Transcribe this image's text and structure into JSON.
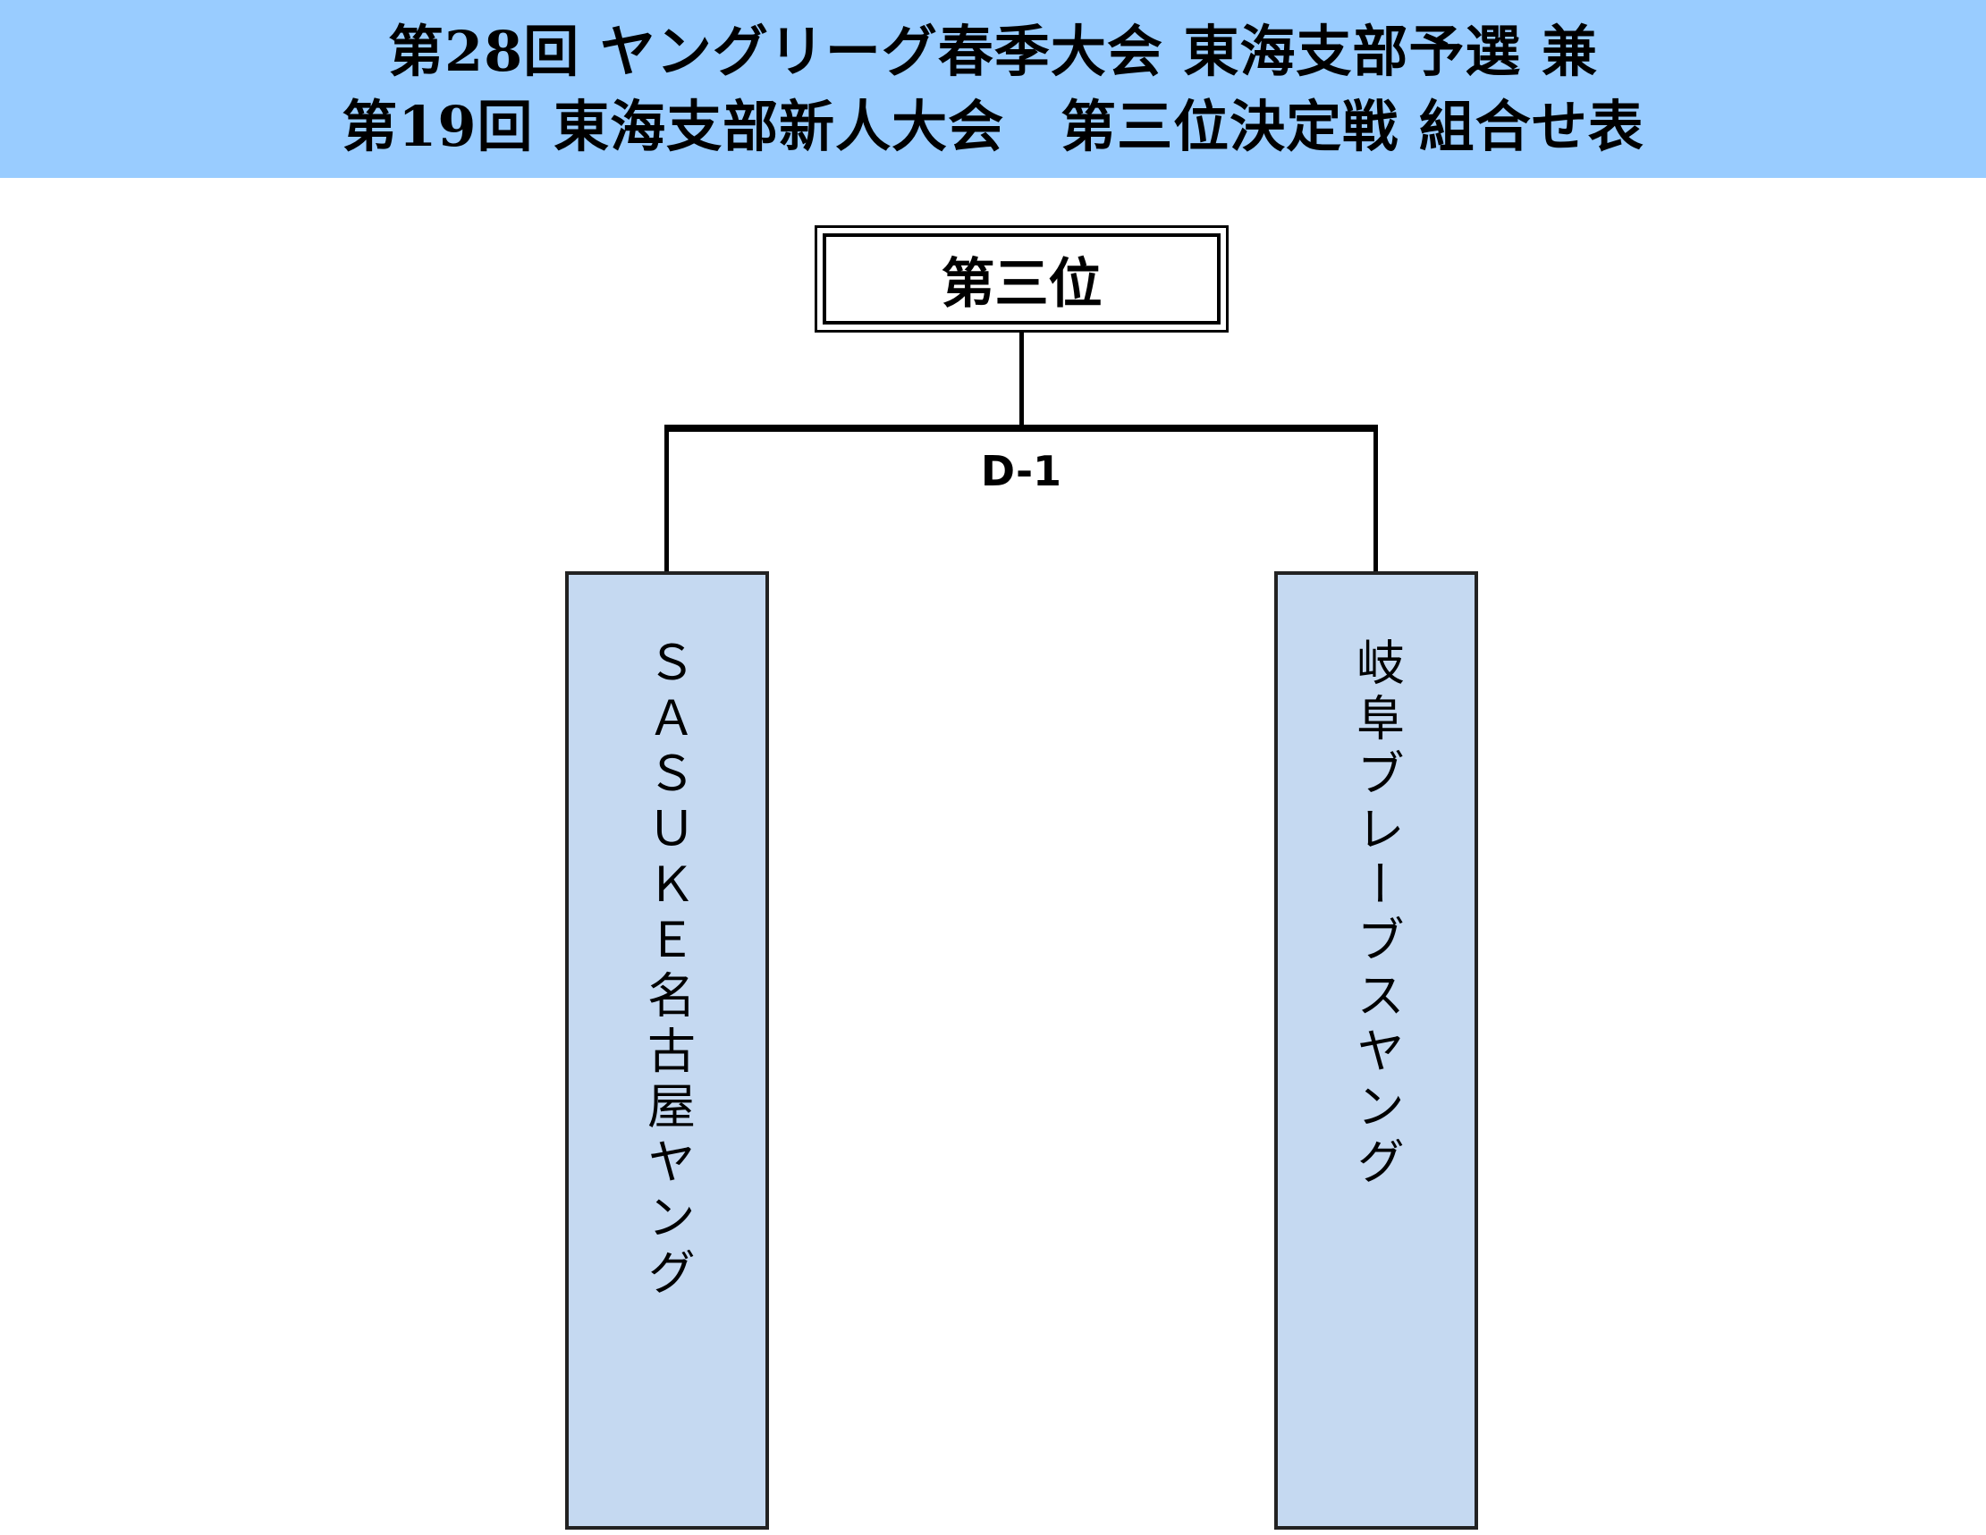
{
  "header": {
    "line1": "第28回 ヤングリーグ春季大会 東海支部予選 兼",
    "line2": "第19回 東海支部新人大会　第三位決定戦 組合せ表"
  },
  "bracket": {
    "final_label": "第三位",
    "match_label": "D-1",
    "teams": [
      {
        "name": "ＳＡＳＵＫＥ名古屋ヤング"
      },
      {
        "name": "岐阜ブレーブスヤング"
      }
    ]
  },
  "colors": {
    "header_bg": "#99ccff",
    "team_bg": "#c5d9f1"
  }
}
